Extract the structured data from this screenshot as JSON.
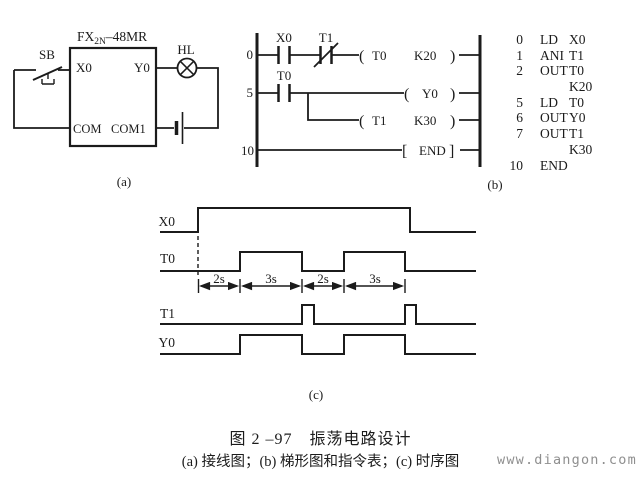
{
  "panel_a": {
    "label": "(a)",
    "model_prefix": "FX",
    "model_sub": "2N",
    "model_suffix": "–48MR",
    "switch_label": "SB",
    "lamp_label": "HL",
    "terminals": {
      "input": "X0",
      "output": "Y0",
      "com_in": "COM",
      "com_out": "COM1"
    }
  },
  "panel_b": {
    "label": "(b)",
    "ladder": {
      "rung_numbers": [
        "0",
        "5",
        "10"
      ],
      "contact_x0": "X0",
      "contact_t1": "T1",
      "contact_t0": "T0",
      "coil_t0": {
        "open": "(",
        "name": "T0",
        "preset": "K20",
        "close": ")"
      },
      "coil_y0": {
        "open": "(",
        "name": "Y0",
        "close": ")"
      },
      "coil_t1": {
        "open": "(",
        "name": "T1",
        "preset": "K30",
        "close": ")"
      },
      "coil_end": {
        "open": "[",
        "name": "END",
        "close": "]"
      }
    },
    "instructions": {
      "rows": [
        {
          "step": "0",
          "op": "LD",
          "operand": "X0"
        },
        {
          "step": "1",
          "op": "ANI",
          "operand": "T1"
        },
        {
          "step": "2",
          "op": "OUT",
          "operand": "T0"
        },
        {
          "step": "",
          "op": "",
          "operand": "K20"
        },
        {
          "step": "5",
          "op": "LD",
          "operand": "T0"
        },
        {
          "step": "6",
          "op": "OUT",
          "operand": "Y0"
        },
        {
          "step": "7",
          "op": "OUT",
          "operand": "T1"
        },
        {
          "step": "",
          "op": "",
          "operand": "K30"
        },
        {
          "step": "10",
          "op": "END",
          "operand": ""
        }
      ]
    }
  },
  "panel_c": {
    "label": "(c)",
    "signals": [
      "X0",
      "T0",
      "T1",
      "Y0"
    ],
    "durations": [
      "2s",
      "3s",
      "2s",
      "3s"
    ]
  },
  "caption": {
    "title": "图 2 –97　振荡电路设计",
    "subtitle": "(a) 接线图；(b) 梯形图和指令表；(c) 时序图"
  },
  "watermark": "www.diangon.com",
  "colors": {
    "ink": "#1b1b1b",
    "background": "#ffffff",
    "watermark": "#8f8f8f"
  }
}
